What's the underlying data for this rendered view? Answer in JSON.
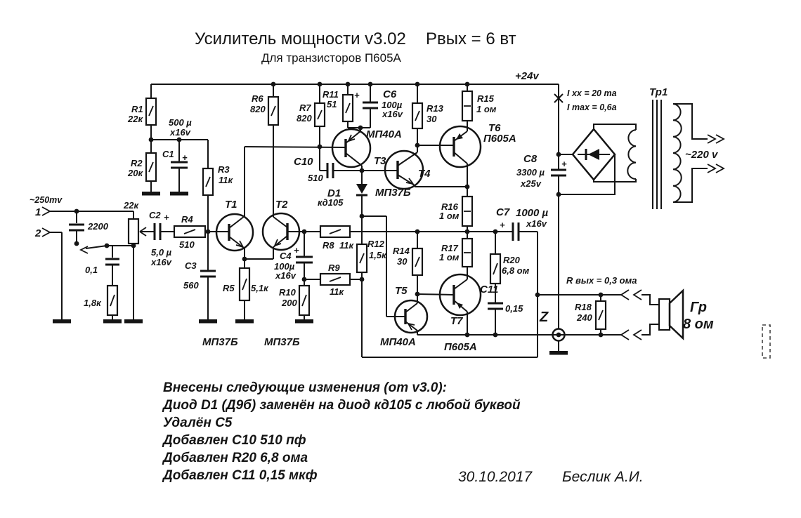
{
  "header": {
    "title": "Усилитель мощности  v3.02",
    "output_power": "Рвых = 6 вт",
    "subtitle": "Для транзисторов П605А"
  },
  "power": {
    "rail": "+24v",
    "idle_current": "I xx = 20 ma",
    "max_current": "I max = 0,6a",
    "transformer": "Тр1",
    "mains": "~220 v"
  },
  "input": {
    "level": "~250mv",
    "jack1": "1",
    "jack2": "2",
    "cap_input": "2200",
    "cap_switch": "0,1",
    "res_input": "1,8к",
    "pot": "22к"
  },
  "resistors": {
    "R1": {
      "n": "R1",
      "v": "22к"
    },
    "R2": {
      "n": "R2",
      "v": "20к"
    },
    "R3": {
      "n": "R3",
      "v": "11к"
    },
    "R4": {
      "n": "R4",
      "v": "510"
    },
    "R5": {
      "n": "R5",
      "v": "5,1к"
    },
    "R6": {
      "n": "R6",
      "v": "820"
    },
    "R7": {
      "n": "R7",
      "v": "820"
    },
    "R8": {
      "n": "R8",
      "v": "11к"
    },
    "R9": {
      "n": "R9",
      "v": "11к"
    },
    "R10": {
      "n": "R10",
      "v": "200"
    },
    "R11": {
      "n": "R11",
      "v": "51"
    },
    "R12": {
      "n": "R12",
      "v": "1,5к"
    },
    "R13": {
      "n": "R13",
      "v": "30"
    },
    "R14": {
      "n": "R14",
      "v": "30"
    },
    "R15": {
      "n": "R15",
      "v": "1 ом"
    },
    "R16": {
      "n": "R16",
      "v": "1 ом"
    },
    "R17": {
      "n": "R17",
      "v": "1 ом"
    },
    "R18": {
      "n": "R18",
      "v": "240"
    },
    "R20": {
      "n": "R20",
      "v": "6,8 ом"
    }
  },
  "capacitors": {
    "C1": {
      "n": "C1",
      "v": "500 µ",
      "volt": "x16v"
    },
    "C2": {
      "n": "C2",
      "v": "5,0 µ",
      "volt": "x16v"
    },
    "C3": {
      "n": "C3",
      "v": "560"
    },
    "C4": {
      "n": "C4",
      "v": "100µ",
      "volt": "x16v"
    },
    "C6": {
      "n": "C6",
      "v": "100µ",
      "volt": "x16v"
    },
    "C7": {
      "n": "C7",
      "v": "1000 µ",
      "volt": "x16v"
    },
    "C8": {
      "n": "C8",
      "v": "3300 µ",
      "volt": "x25v"
    },
    "C10": {
      "n": "C10",
      "v": "510"
    },
    "C11": {
      "n": "C11",
      "v": "0,15"
    }
  },
  "diode": {
    "n": "D1",
    "v": "кд105"
  },
  "transistors": {
    "T1": {
      "n": "T1",
      "type": "МП37Б"
    },
    "T2": {
      "n": "T2",
      "type": "МП37Б"
    },
    "T3": {
      "n": "T3",
      "type": "МП40А"
    },
    "T4": {
      "n": "T4",
      "type": "МП37Б"
    },
    "T5": {
      "n": "T5",
      "type": "МП40А"
    },
    "T6": {
      "n": "T6",
      "type": "П605А"
    },
    "T7": {
      "n": "T7",
      "type": "П605А"
    }
  },
  "output": {
    "r_out_note": "R вых = 0,3 ома",
    "ground_point": "Z",
    "speaker": "Гр",
    "impedance": "8 ом"
  },
  "notes": {
    "lines": [
      "Внесены следующие изменения (от v3.0):",
      "Диод D1 (Д9б) заменён на диод кд105 с любой буквой",
      "Удалён С5",
      "Добавлен С10  510 пф",
      "Добавлен R20  6,8 ома",
      "Добавлен С11  0,15 мкф"
    ],
    "date": "30.10.2017",
    "author": "Беслик А.И."
  },
  "symbols": {
    "plus": "+"
  }
}
